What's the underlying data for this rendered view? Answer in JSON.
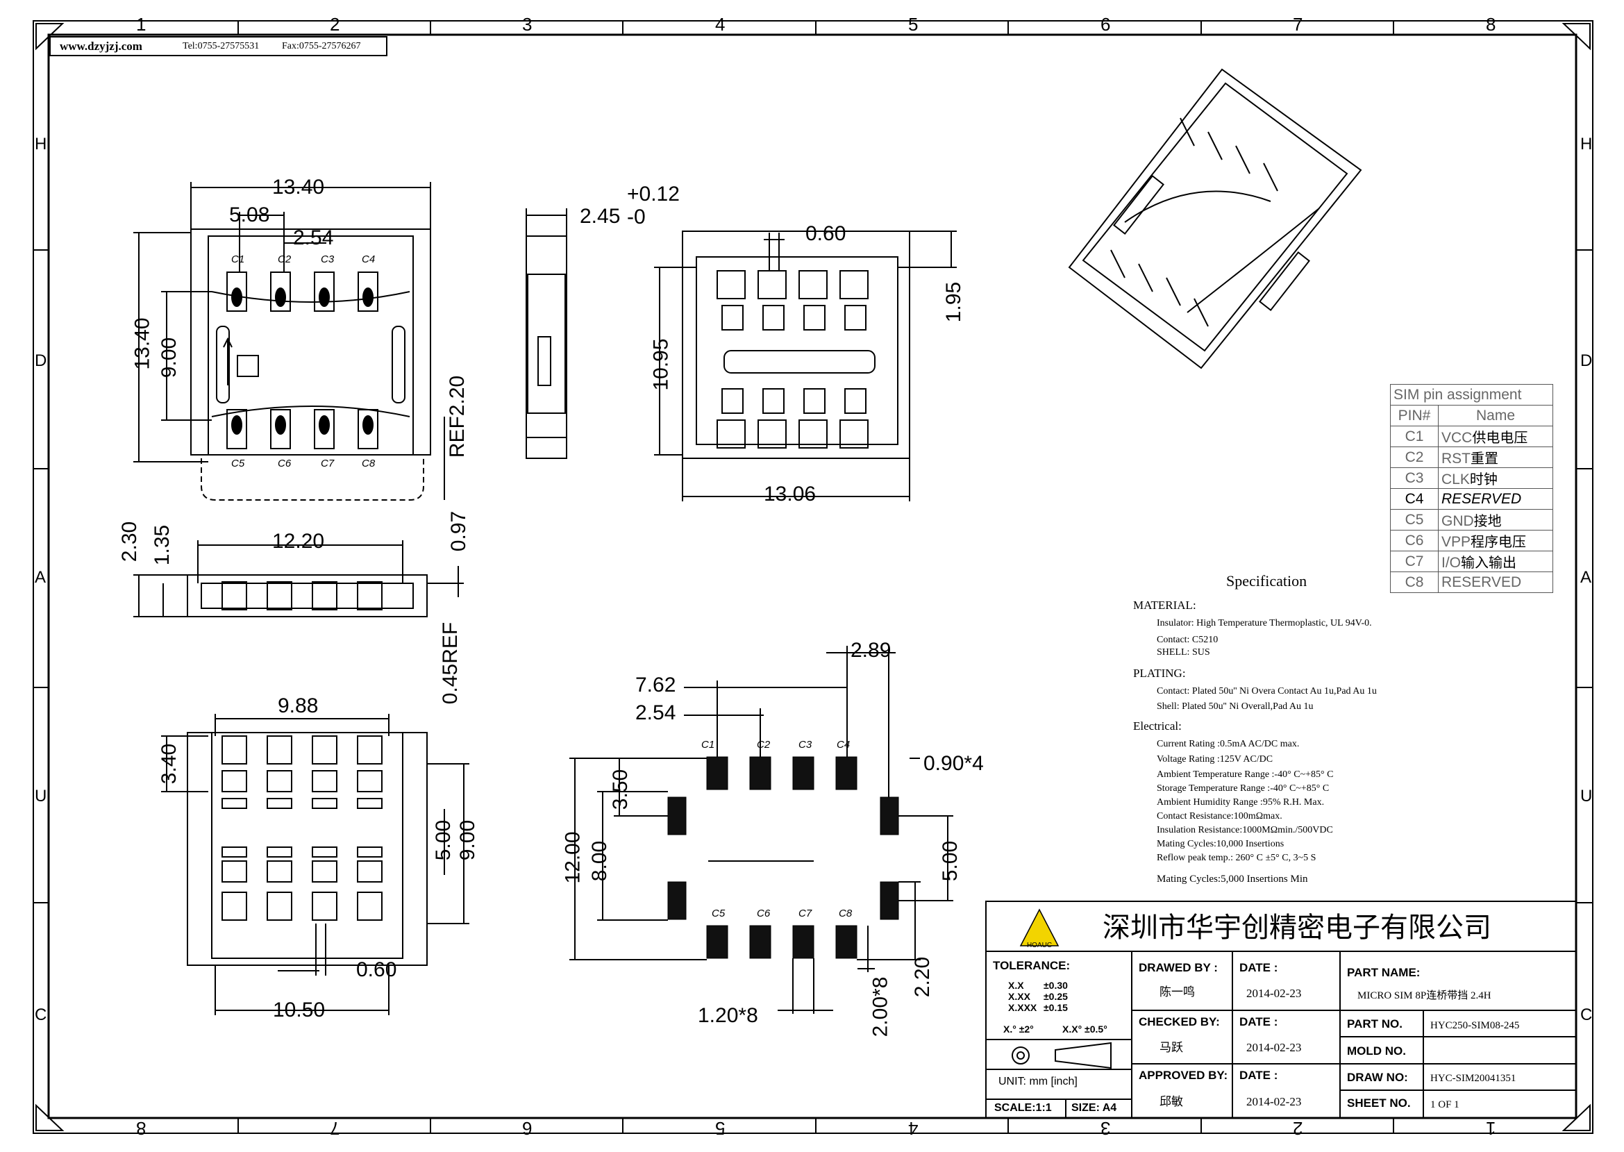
{
  "header": {
    "website": "www.dzyjzj.com",
    "tel": "Tel:0755-27575531",
    "fax": "Fax:0755-27576267"
  },
  "frame": {
    "columns_top": [
      "1",
      "2",
      "3",
      "4",
      "5",
      "6",
      "7",
      "8"
    ],
    "columns_bottom": [
      "8",
      "7",
      "6",
      "5",
      "4",
      "3",
      "2",
      "1"
    ],
    "rows_left": [
      "H",
      "D",
      "A",
      "U",
      "C"
    ],
    "rows_right": [
      "H",
      "D",
      "A",
      "U",
      "C"
    ]
  },
  "dimensions": {
    "top_view": {
      "width": "13.40",
      "pitch_a": "5.08",
      "pitch_b": "2.54",
      "height": "13.40",
      "inner": "9.00",
      "ref": "REF2.20",
      "pins_top": [
        "C1",
        "C2",
        "C3",
        "C4"
      ],
      "pins_bottom": [
        "C5",
        "C6",
        "C7",
        "C8"
      ]
    },
    "side_view": {
      "thickness": "2.45",
      "tol_plus": "+0.12",
      "tol_minus": "-0"
    },
    "bottom_view": {
      "pad": "0.60",
      "height": "10.95",
      "offset": "1.95",
      "width": "13.06"
    },
    "front_view": {
      "width": "12.20",
      "h1": "2.30",
      "h2": "1.35",
      "h3": "0.97",
      "ref": "0.45REF"
    },
    "under_view": {
      "width": "9.88",
      "offset": "3.40",
      "h1": "5.00",
      "h2": "9.00",
      "pad": "0.60",
      "total": "10.50"
    },
    "layout": {
      "d1": "2.89",
      "d2": "7.62",
      "d3": "2.54",
      "pad": "0.90*4",
      "v1": "3.50",
      "v2": "12.00",
      "v3": "8.00",
      "v4": "5.00",
      "w": "1.20*8",
      "h": "2.00*8",
      "v5": "2.20",
      "pins_top": [
        "C1",
        "C2",
        "C3",
        "C4"
      ],
      "pins_bottom": [
        "C5",
        "C6",
        "C7",
        "C8"
      ]
    }
  },
  "pin_table": {
    "title": "SIM pin assignment",
    "col_pin": "PIN#",
    "col_name": "Name",
    "rows": [
      {
        "pin": "C1",
        "name": "VCC",
        "cn": "供电电压"
      },
      {
        "pin": "C2",
        "name": "RST",
        "cn": "重置"
      },
      {
        "pin": "C3",
        "name": "CLK",
        "cn": "时钟"
      },
      {
        "pin": "C4",
        "name": "RESERVED",
        "cn": ""
      },
      {
        "pin": "C5",
        "name": "GND",
        "cn": "接地"
      },
      {
        "pin": "C6",
        "name": "VPP",
        "cn": "程序电压"
      },
      {
        "pin": "C7",
        "name": "I/O",
        "cn": "输入输出"
      },
      {
        "pin": "C8",
        "name": "RESERVED",
        "cn": ""
      }
    ]
  },
  "specification": {
    "title": "Specification",
    "material_head": "MATERIAL:",
    "insulator": "Insulator: High Temperature Thermoplastic, UL 94V-0.",
    "contact": "Contact: C5210",
    "shell": "SHELL: SUS",
    "plating_head": "PLATING:",
    "plating_contact": "Contact: Plated 50u'' Ni Overa  Contact Au 1u,Pad Au 1u",
    "plating_shell": "Shell: Plated 50u'' Ni Overall,Pad Au 1u",
    "electrical_head": "Electrical:",
    "current": "Current Rating :0.5mA AC/DC max.",
    "voltage": "Voltage Rating :125V AC/DC",
    "ambient_temp": "Ambient Temperature Range :-40° C~+85° C",
    "storage_temp": "Storage Temperature Range :-40° C~+85° C",
    "humidity": "Ambient Humidity Range :95% R.H. Max.",
    "contact_res": "Contact Resistance:100mΩmax.",
    "insulation_res": "Insulation Resistance:1000MΩmin./500VDC",
    "mating1": "Mating Cycles:10,000 Insertions",
    "reflow": "Reflow peak temp.: 260° C ±5° C, 3~5 S",
    "mating2": "Mating Cycles:5,000 Insertions Min"
  },
  "title_block": {
    "company": "深圳市华宇创精密电子有限公司",
    "logo_text": "HOAUC",
    "tolerance_label": "TOLERANCE:",
    "tol_x": "X.X",
    "tol_x_val": "±0.30",
    "tol_xx": "X.XX",
    "tol_xx_val": "±0.25",
    "tol_xxx": "X.XXX",
    "tol_xxx_val": "±0.15",
    "ang1": "X.° ±2°",
    "ang2": "X.X° ±0.5°",
    "unit": "UNIT:  mm  [inch]",
    "scale": "SCALE:1:1",
    "size": "SIZE: A4",
    "drawn_label": "DRAWED BY :",
    "drawn_by": "陈一鸣",
    "checked_label": "CHECKED BY:",
    "checked_by": "马跃",
    "approved_label": "APPROVED BY:",
    "approved_by": "邱敏",
    "date_label": "DATE :",
    "date1": "2014-02-23",
    "date2": "2014-02-23",
    "date3": "2014-02-23",
    "part_name_label": "PART NAME:",
    "part_name": "MICRO SIM 8P连桥带挡 2.4H",
    "part_no_label": "PART NO.",
    "part_no": "HYC250-SIM08-245",
    "mold_no_label": "MOLD NO.",
    "mold_no": "",
    "draw_no_label": "DRAW NO:",
    "draw_no": "HYC-SIM20041351",
    "sheet_no_label": "SHEET NO.",
    "sheet_no": "1 OF 1"
  },
  "colors": {
    "line": "#000000",
    "fill": "#111111",
    "table_text": "#666666",
    "logo": "#f2d400"
  }
}
